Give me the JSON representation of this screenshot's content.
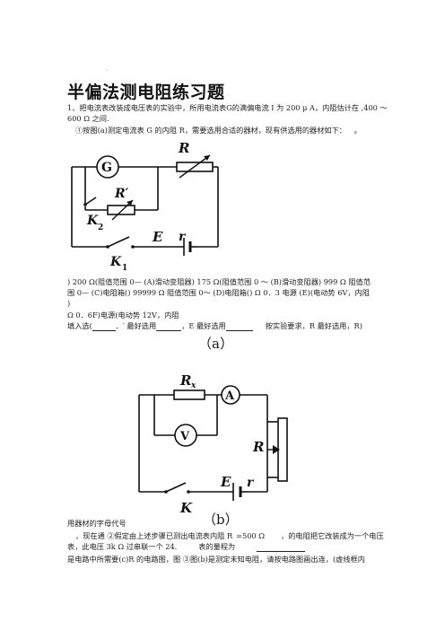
{
  "header": {
    "mark": "·"
  },
  "title": "半偏法测电阻练习题",
  "paragraphs": {
    "p1_line1": "1、把电流表改装成电压表的实验中，所用电流表G的满偏电流 I 为 200 μ A，内阻估计在 ,400 ～",
    "p1_line2": "600 Ω 之间.",
    "p2": "①按图(a)测定电流表 G 的内阻 R，需要选用合适的器材，现有供选用的器材如下：",
    "p2_tail": "。"
  },
  "circuit_a": {
    "labels": {
      "G": "G",
      "R": "R",
      "Rprime": "R′",
      "K2": "K",
      "K2_sub": "2",
      "E": "E",
      "r": "r",
      "K1": "K",
      "K1_sub": "1"
    }
  },
  "options": {
    "line1": ") 200 Ω(阻值范围 0—        (A)滑动变阻器) 175 Ω(阻值范围 0 ～         (B)滑动变阻器) 999 Ω 阻值范",
    "line2": "围 0—        (C)电阻箱() 99999 Ω 阻值范围 0～        (D)电阻箱()   Ω 0．3 电源  (E)(电动势 6V，内阻",
    "line3": ")",
    "line4": "Ω 0．6F)电源(电动势 12V，内阻",
    "line5_a": "填入选(",
    "line5_b": "．′ 最好选用",
    "line5_c": "，E 最好选用",
    "line5_d": "按实验要求，R 最好选用，R)"
  },
  "fig_a_caption": "（a）",
  "circuit_b": {
    "labels": {
      "Rx": "R",
      "Rx_sub": "x",
      "A": "A",
      "V": "V",
      "R": "R",
      "E": "E",
      "r": "r",
      "K": "K"
    }
  },
  "fig_b_caption": "（b）",
  "footer": {
    "line1": "用器材的字母代号",
    "line2_a": "，现在通  ②假定由上述步骤已测出电流表内阻 R",
    "line2_b": "=500 Ω",
    "line2_c": "，的电阻把它改装成为一个电压",
    "line3_a": "表，此电压 3k Ω 过串联一个 24.",
    "line3_b": "表的量程为",
    "line4": "是电路中所需要(c)R 的电路图，图        ③图(b)是测定未知电阻，请按电路图画出连，(虚线框内"
  }
}
